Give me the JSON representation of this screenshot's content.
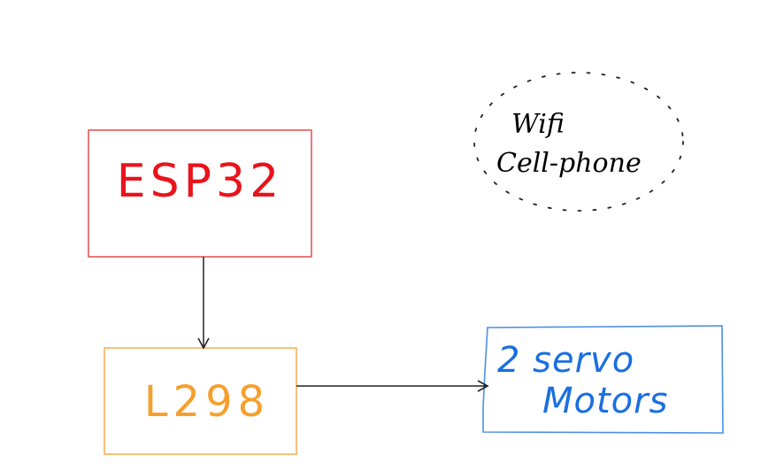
{
  "nodes": {
    "esp32": {
      "label": "ESP32",
      "color": "#e8141b",
      "border": "#e05a5a"
    },
    "l298": {
      "label": "L298",
      "color": "#f5a02e",
      "border": "#f5b25a"
    },
    "servo": {
      "line1": "2 servo",
      "line2": "Motors",
      "color": "#1a6fe0",
      "border": "#4a90e6"
    },
    "phone": {
      "line1": "Wifi",
      "line2": "Cell-phone",
      "color": "#000000"
    }
  },
  "edges": [
    {
      "from": "esp32",
      "to": "l298"
    },
    {
      "from": "l298",
      "to": "servo"
    }
  ]
}
